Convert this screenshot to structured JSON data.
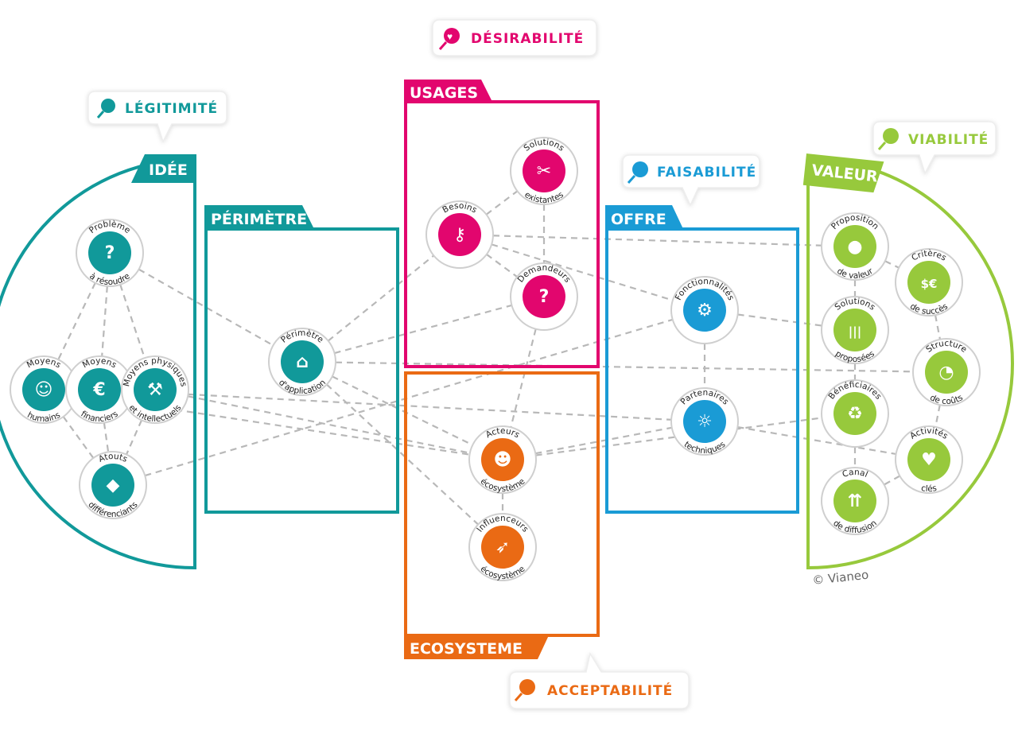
{
  "colors": {
    "idee": "#11999a",
    "perimetre": "#11999a",
    "usages": "#e2066e",
    "ecosysteme": "#ea6a14",
    "offre": "#1a9bd5",
    "valeur": "#97c93c",
    "edge": "#b8b8b8"
  },
  "sections": {
    "idee": "IDÉE",
    "perimetre": "PÉRIMÈTRE",
    "usages": "USAGES",
    "ecosysteme": "ECOSYSTEME",
    "offre": "OFFRE",
    "valeur": "VALEUR"
  },
  "callouts": {
    "legitimite": "LÉGITIMITÉ",
    "desirabilite": "DÉSIRABILITÉ",
    "faisabilite": "FAISABILITÉ",
    "viabilite": "VIABILITÉ",
    "acceptabilite": "ACCEPTABILITÉ"
  },
  "copyright": "© Vianeo",
  "nodes": [
    {
      "id": "probleme",
      "group": "idee",
      "top": "Problème",
      "bottom": "à résoudre",
      "icon": "head-question-icon"
    },
    {
      "id": "humains",
      "group": "idee",
      "top": "Moyens",
      "bottom": "humains",
      "icon": "person-hand-icon"
    },
    {
      "id": "financiers",
      "group": "idee",
      "top": "Moyens",
      "bottom": "financiers",
      "icon": "euro-hand-icon"
    },
    {
      "id": "physiques",
      "group": "idee",
      "top": "Moyens physiques",
      "bottom": "et intellectuels",
      "icon": "wrench-hand-icon"
    },
    {
      "id": "atouts",
      "group": "idee",
      "top": "Atouts",
      "bottom": "différenciants",
      "icon": "diamond-hand-icon"
    },
    {
      "id": "perimetre",
      "group": "perimetre",
      "top": "Périmètre",
      "bottom": "d'application",
      "icon": "house-bulb-icon"
    },
    {
      "id": "besoins",
      "group": "usages",
      "top": "Besoins",
      "bottom": "",
      "icon": "key-hand-icon"
    },
    {
      "id": "solexist",
      "group": "usages",
      "top": "Solutions",
      "bottom": "existantes",
      "icon": "knife-tool-icon"
    },
    {
      "id": "demandeurs",
      "group": "usages",
      "top": "Demandeurs",
      "bottom": "",
      "icon": "person-question-icon"
    },
    {
      "id": "acteurs",
      "group": "ecosysteme",
      "top": "Acteurs",
      "bottom": "écosystème",
      "icon": "people-group-icon"
    },
    {
      "id": "influenceurs",
      "group": "ecosysteme",
      "top": "Influenceurs",
      "bottom": "écosystème",
      "icon": "influence-icon"
    },
    {
      "id": "fonctionnalites",
      "group": "offre",
      "top": "Fonctionnalités",
      "bottom": "",
      "icon": "bulb-gear-icon"
    },
    {
      "id": "partenaires",
      "group": "offre",
      "top": "Partenaires",
      "bottom": "techniques",
      "icon": "hands-bulb-icon"
    },
    {
      "id": "proposition",
      "group": "valeur",
      "top": "Proposition",
      "bottom": "de valeur",
      "icon": "bulb-hand-icon"
    },
    {
      "id": "criteres",
      "group": "valeur",
      "top": "Critères",
      "bottom": "de succès",
      "icon": "money-hand-icon"
    },
    {
      "id": "solprop",
      "group": "valeur",
      "top": "Solutions",
      "bottom": "proposées",
      "icon": "barcode-icon"
    },
    {
      "id": "structure",
      "group": "valeur",
      "top": "Structure",
      "bottom": "de coûts",
      "icon": "pie-euro-icon"
    },
    {
      "id": "beneficiaires",
      "group": "valeur",
      "top": "Bénéficiaires",
      "bottom": "",
      "icon": "recycle-people-icon"
    },
    {
      "id": "activites",
      "group": "valeur",
      "top": "Activités",
      "bottom": "clés",
      "icon": "heart-hand-icon"
    },
    {
      "id": "canal",
      "group": "valeur",
      "top": "Canal",
      "bottom": "de diffusion",
      "icon": "arrows-split-icon"
    }
  ],
  "edges": [
    [
      "probleme",
      "humains"
    ],
    [
      "probleme",
      "financiers"
    ],
    [
      "probleme",
      "physiques"
    ],
    [
      "probleme",
      "perimetre"
    ],
    [
      "humains",
      "atouts"
    ],
    [
      "financiers",
      "atouts"
    ],
    [
      "physiques",
      "atouts"
    ],
    [
      "humains",
      "acteurs"
    ],
    [
      "financiers",
      "partenaires"
    ],
    [
      "physiques",
      "acteurs"
    ],
    [
      "atouts",
      "fonctionnalites"
    ],
    [
      "perimetre",
      "besoins"
    ],
    [
      "perimetre",
      "demandeurs"
    ],
    [
      "perimetre",
      "acteurs"
    ],
    [
      "perimetre",
      "influenceurs"
    ],
    [
      "besoins",
      "solexist"
    ],
    [
      "besoins",
      "demandeurs"
    ],
    [
      "solexist",
      "demandeurs"
    ],
    [
      "besoins",
      "fonctionnalites"
    ],
    [
      "besoins",
      "proposition"
    ],
    [
      "demandeurs",
      "acteurs"
    ],
    [
      "acteurs",
      "influenceurs"
    ],
    [
      "acteurs",
      "partenaires"
    ],
    [
      "acteurs",
      "beneficiaires"
    ],
    [
      "fonctionnalites",
      "partenaires"
    ],
    [
      "fonctionnalites",
      "solprop"
    ],
    [
      "partenaires",
      "activites"
    ],
    [
      "proposition",
      "criteres"
    ],
    [
      "proposition",
      "solprop"
    ],
    [
      "solprop",
      "beneficiaires"
    ],
    [
      "criteres",
      "structure"
    ],
    [
      "structure",
      "activites"
    ],
    [
      "beneficiaires",
      "canal"
    ],
    [
      "activites",
      "canal"
    ],
    [
      "perimetre",
      "structure"
    ]
  ]
}
